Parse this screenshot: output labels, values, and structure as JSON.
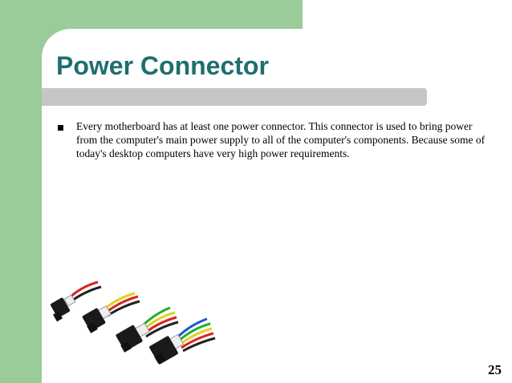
{
  "slide": {
    "title": "Power Connector",
    "bullet_text": "Every motherboard has at least one power connector. This connector is used to bring power from the computer's main power supply to all of the computer's components. Because some of today's desktop computers have very high power requirements.",
    "page_number": "25",
    "image_name": "power-connectors"
  },
  "colors": {
    "accent_green": "#99cc99",
    "title_teal": "#1f6f6f",
    "title_bar_gray": "#c6c6c6"
  }
}
